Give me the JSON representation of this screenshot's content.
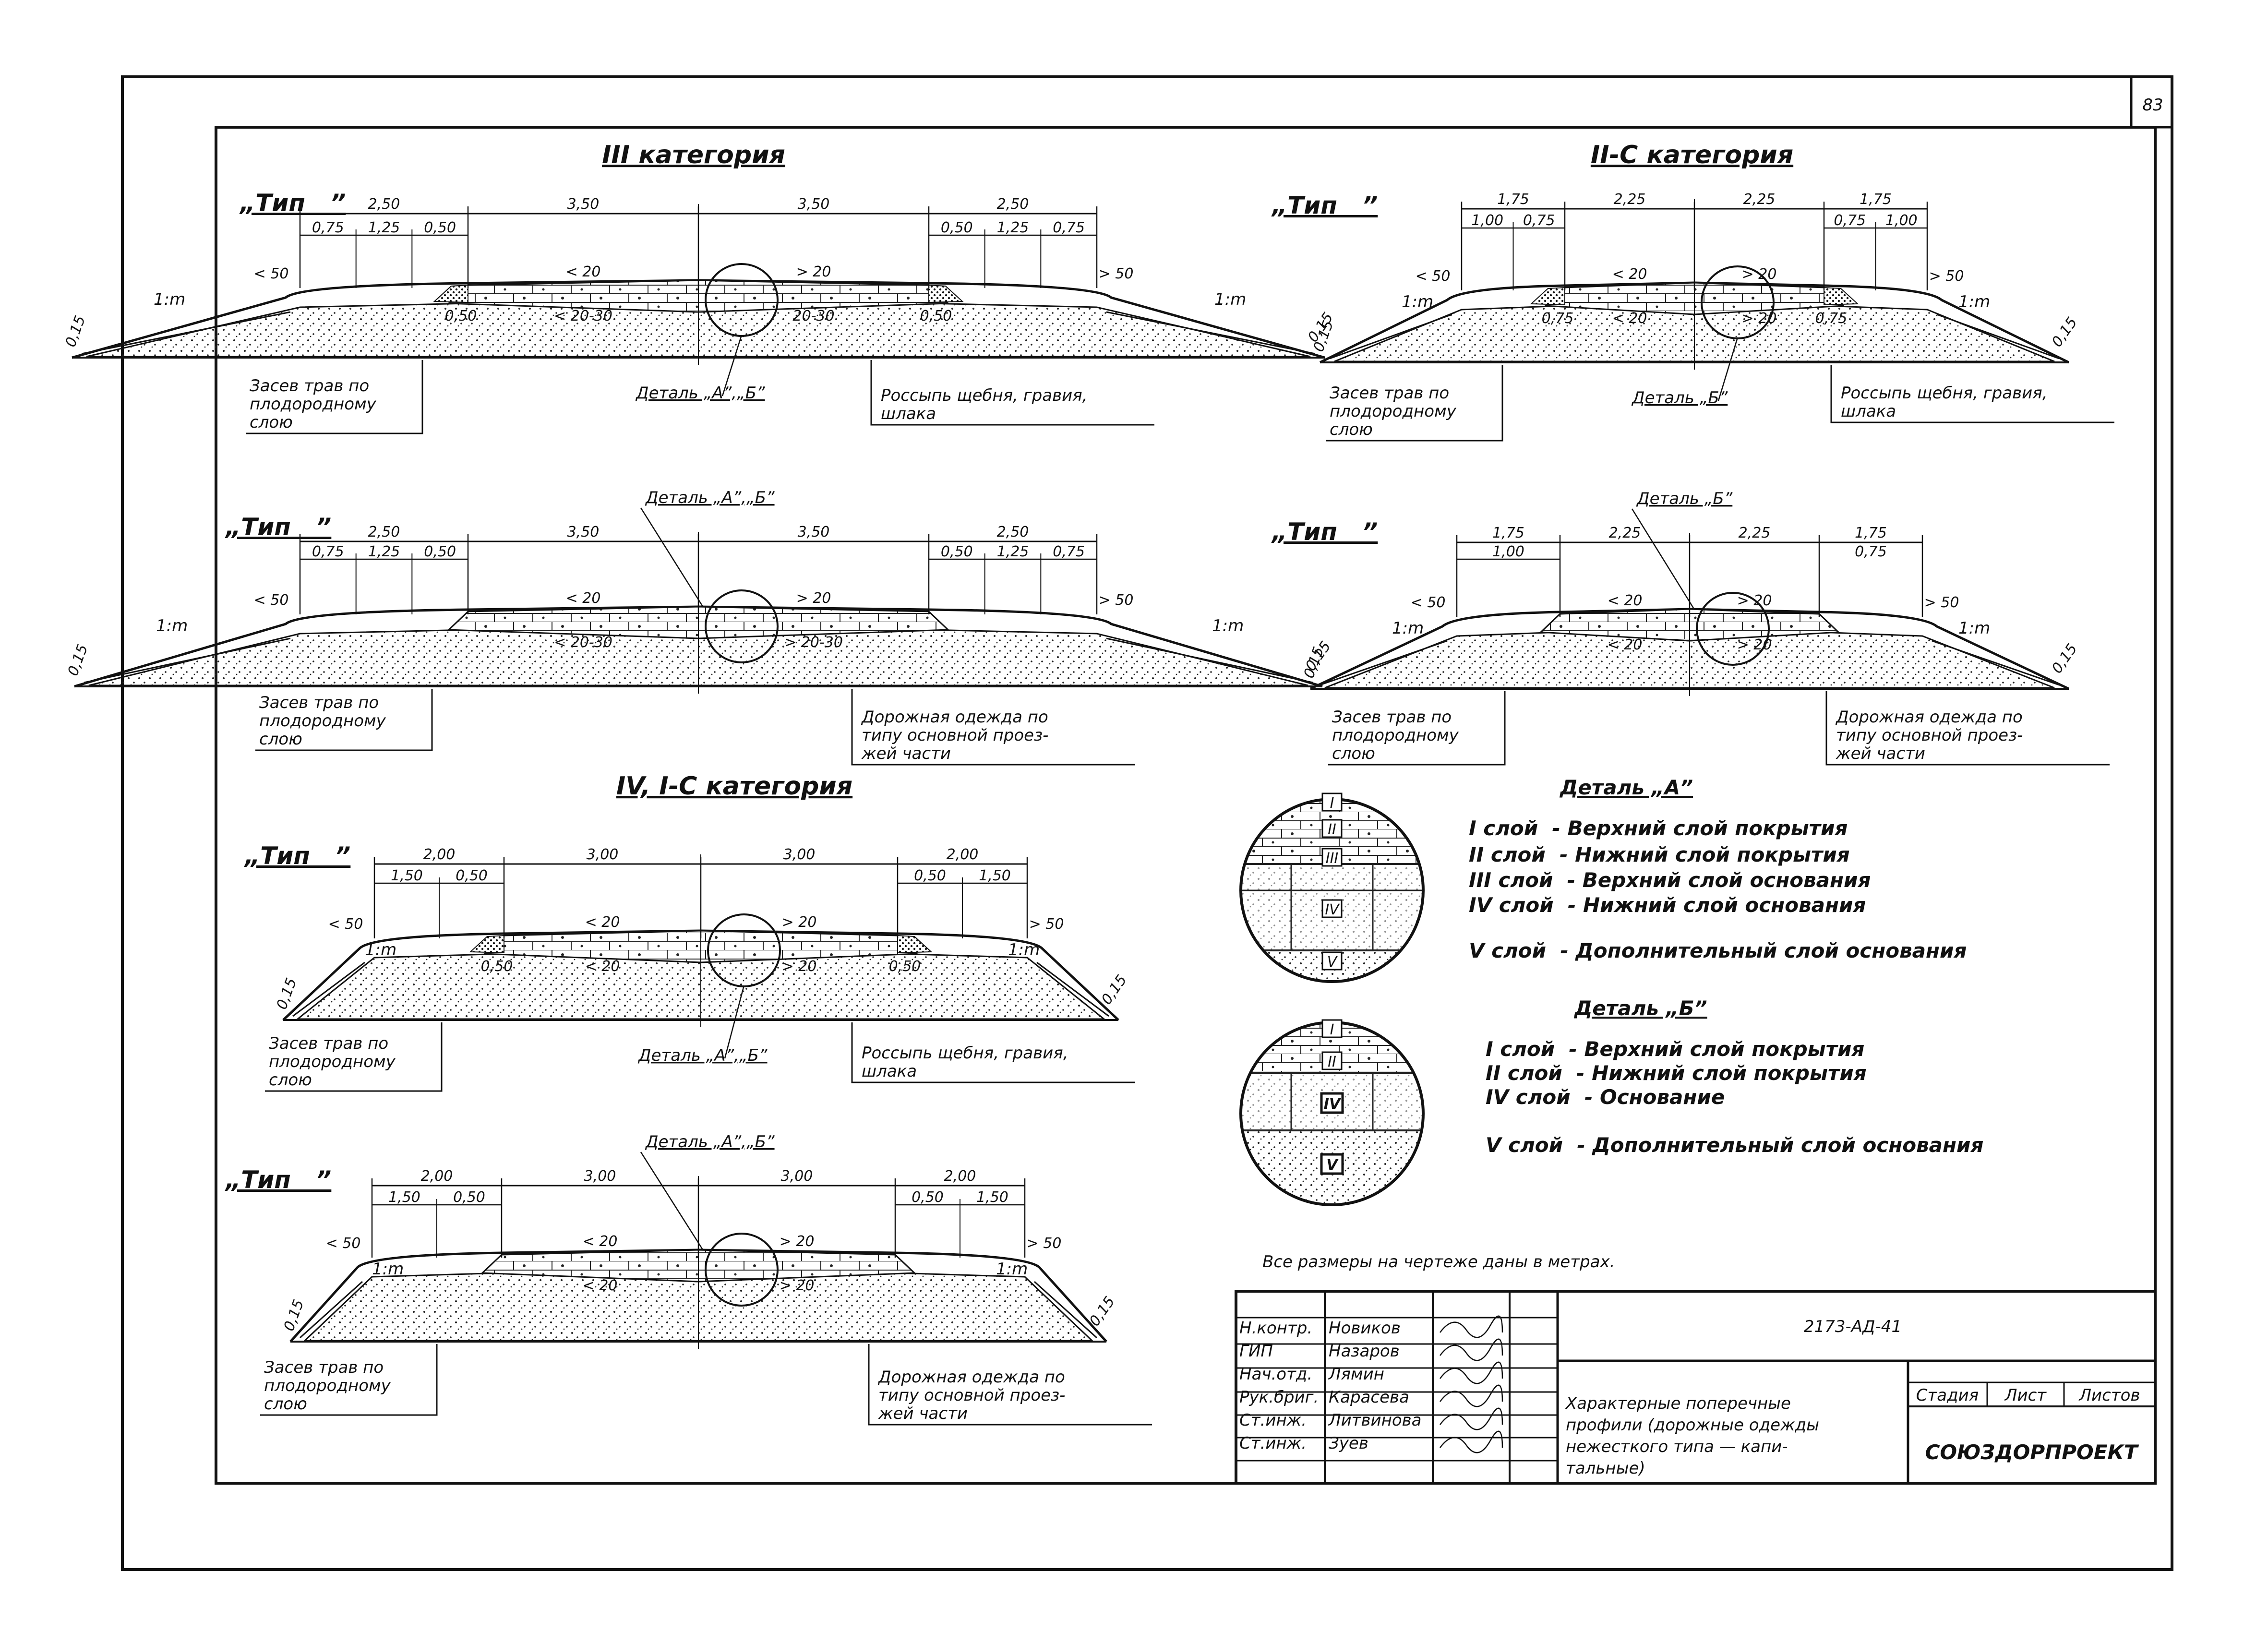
{
  "sheet": {
    "page_number": "83"
  },
  "categories": {
    "cat3": "III категория",
    "cat2c": "II-С категория",
    "cat4": "IV, I-С категория"
  },
  "profile_labels": {
    "tip": "„Тип   ”",
    "slope": "1:m",
    "slope_015": "0,15",
    "detail_ab": "Деталь „А”,„Б”",
    "detail_b": "Деталь „Б”",
    "grass": [
      "Засев трав по",
      "плодородному",
      "слою"
    ],
    "gravel": [
      "Россыпь щебня, гравия,",
      "шлака"
    ],
    "pavement": [
      "Дорожная одежда по",
      "типу основной проез-",
      "жей части"
    ]
  },
  "dims": {
    "p1": {
      "top": [
        "2,50",
        "3,50",
        "3,50",
        "2,50"
      ],
      "sub": [
        "0,75",
        "1,25",
        "0,50",
        "0,50",
        "1,25",
        "0,75"
      ],
      "slopes": [
        "< 50",
        "< 20",
        "> 20",
        "> 50"
      ],
      "bottom": [
        "0,50",
        "< 20-30",
        "20-30",
        "0,50"
      ]
    },
    "p2": {
      "top": [
        "2,50",
        "3,50",
        "3,50",
        "2,50"
      ],
      "sub": [
        "0,75",
        "1,25",
        "0,50",
        "0,50",
        "1,25",
        "0,75"
      ],
      "slopes": [
        "< 50",
        "< 20",
        "> 20",
        "> 50"
      ],
      "bottom": [
        "< 20-30",
        "> 20-30"
      ]
    },
    "p3": {
      "top": [
        "2,00",
        "3,00",
        "3,00",
        "2,00"
      ],
      "sub": [
        "1,50",
        "0,50",
        "0,50",
        "1,50"
      ],
      "slopes": [
        "< 50",
        "< 20",
        "> 20",
        "> 50"
      ],
      "bottom": [
        "0,50",
        "< 20",
        "> 20",
        "0,50"
      ]
    },
    "p4": {
      "top": [
        "2,00",
        "3,00",
        "3,00",
        "2,00"
      ],
      "sub": [
        "1,50",
        "0,50",
        "0,50",
        "1,50"
      ],
      "slopes": [
        "< 50",
        "< 20",
        "> 20",
        "> 50"
      ],
      "bottom": [
        "< 20",
        "> 20"
      ]
    },
    "p5": {
      "top": [
        "1,75",
        "2,25",
        "2,25",
        "1,75"
      ],
      "sub": [
        "1,00",
        "0,75",
        "0,75",
        "1,00"
      ],
      "slopes": [
        "< 50",
        "< 20",
        "> 20",
        "> 50"
      ],
      "bottom": [
        "0,75",
        "< 20",
        "> 20",
        "0,75"
      ]
    },
    "p6": {
      "top": [
        "1,75",
        "2,25",
        "2,25",
        "1,75"
      ],
      "sub": [
        "1,00",
        "0,75"
      ],
      "slopes": [
        "< 50",
        "< 20",
        "> 20",
        "> 50"
      ],
      "bottom": [
        "< 20",
        "> 20"
      ]
    }
  },
  "detail_a": {
    "title": "Деталь „А”",
    "roman": [
      "I",
      "II",
      "III",
      "IV",
      "V"
    ],
    "layers": [
      "I слой  - Верхний слой покрытия",
      "II слой  - Нижний слой покрытия",
      "III слой  - Верхний слой основания",
      "IV слой  - Нижний слой основания",
      "V слой  - Дополнительный слой основания"
    ]
  },
  "detail_b": {
    "title": "Деталь „Б”",
    "roman": [
      "I",
      "II",
      "IV",
      "V"
    ],
    "layers": [
      "I слой  - Верхний слой покрытия",
      "II слой  - Нижний слой покрытия",
      "IV слой  - Основание",
      "V слой  - Дополнительный слой основания"
    ]
  },
  "note": "Все размеры на чертеже даны в метрах.",
  "stamp": {
    "code": "2173-АД-41",
    "roles": [
      "Н.контр.",
      "ГИП",
      "Нач.отд.",
      "Рук.бриг.",
      "Ст.инж.",
      "Ст.инж."
    ],
    "names": [
      "Новиков",
      "Назаров",
      "Лямин",
      "Карасева",
      "Литвинова",
      "Зуев"
    ],
    "title": [
      "Характерные поперечные",
      "профили (дорожные одежды",
      "нежесткого типа — капи-",
      "тальные)"
    ],
    "cols": [
      "Стадия",
      "Лист",
      "Листов"
    ],
    "org": "СОЮЗДОРПРОЕКТ"
  }
}
